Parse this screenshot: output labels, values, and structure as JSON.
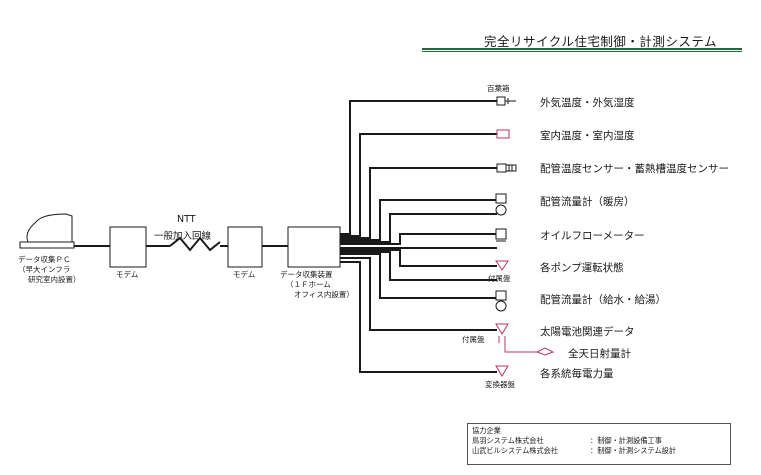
{
  "title": "完全リサイクル住宅制御・計測システム",
  "left": {
    "pc_label_lines": [
      "データ収集ＰＣ",
      "（早大インフラ",
      "研究室内設置）"
    ],
    "modem1": "モデム",
    "modem2": "モデム",
    "ntt_line1": "NTT",
    "ntt_line2": "一般加入回線",
    "collector_lines": [
      "データ収集装置",
      "（１Ｆホーム",
      "オフィス内設置）"
    ]
  },
  "sensors": [
    {
      "label": "外気温度・外気湿度",
      "tag": "百葉箱"
    },
    {
      "label": "室内温度・室内湿度",
      "tag": ""
    },
    {
      "label": "配管温度センサー・蓄熱槽温度センサー",
      "tag": ""
    },
    {
      "label": "配管流量計（暖房）",
      "tag": ""
    },
    {
      "label": "オイルフローメーター",
      "tag": ""
    },
    {
      "label": "各ポンプ運転状態",
      "tag": "付属盤"
    },
    {
      "label": "配管流量計（給水・給湯）",
      "tag": ""
    },
    {
      "label": "太陽電池関連データ",
      "tag": "付属盤"
    },
    {
      "label": "全天日射量計",
      "tag": ""
    },
    {
      "label": "各系統毎電力量",
      "tag": "変換器盤"
    }
  ],
  "cooperation": {
    "heading": "協力企業",
    "rows": [
      {
        "company": "鳥羽システム株式会社",
        "role": "：制御・計測設備工事"
      },
      {
        "company": "山武ビルシステム株式会社",
        "role": "：制御・計測システム設計"
      }
    ]
  },
  "colors": {
    "title_rule": "#1f6b3a",
    "accent": "#c0306a",
    "line": "#1a1a1a"
  }
}
